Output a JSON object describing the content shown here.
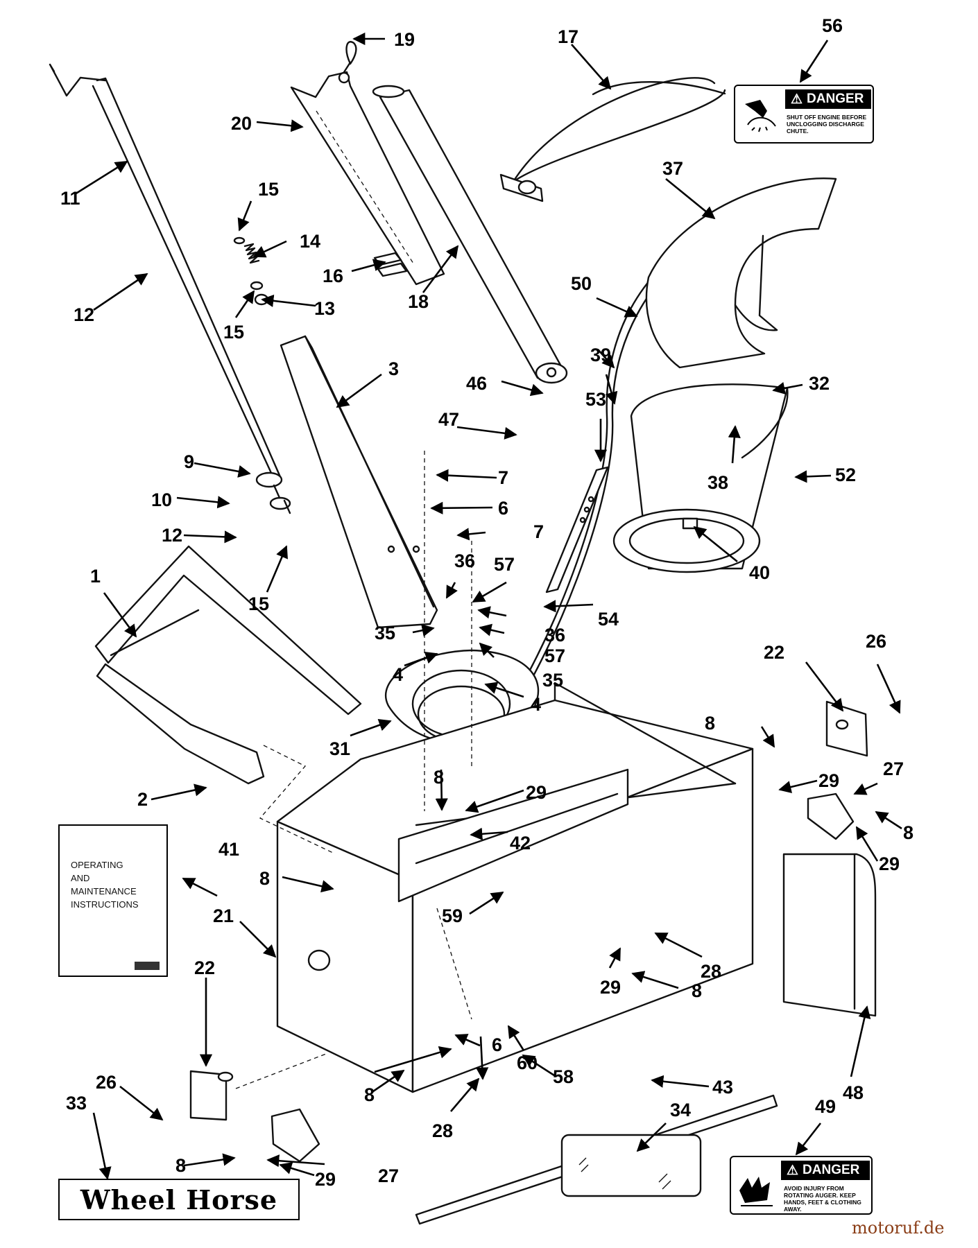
{
  "callouts": {
    "c1": "1",
    "c2": "2",
    "c3": "3",
    "c4a": "4",
    "c4b": "4",
    "c6a": "6",
    "c6b": "6",
    "c7a": "7",
    "c7b": "7",
    "c8a": "8",
    "c8b": "8",
    "c8c": "8",
    "c8d": "8",
    "c8e": "8",
    "c8f": "8",
    "c8g": "8",
    "c9": "9",
    "c10": "10",
    "c11": "11",
    "c12a": "12",
    "c12b": "12",
    "c13": "13",
    "c14": "14",
    "c15a": "15",
    "c15b": "15",
    "c15c": "15",
    "c16": "16",
    "c17": "17",
    "c18": "18",
    "c19": "19",
    "c20": "20",
    "c21": "21",
    "c22a": "22",
    "c22b": "22",
    "c26a": "26",
    "c26b": "26",
    "c27a": "27",
    "c27b": "27",
    "c28a": "28",
    "c28b": "28",
    "c29a": "29",
    "c29b": "29",
    "c29c": "29",
    "c29d": "29",
    "c29e": "29",
    "c31": "31",
    "c32": "32",
    "c33": "33",
    "c34": "34",
    "c35a": "35",
    "c35b": "35",
    "c36a": "36",
    "c36b": "36",
    "c37": "37",
    "c38": "38",
    "c39": "39",
    "c40": "40",
    "c41": "41",
    "c42": "42",
    "c43": "43",
    "c46": "46",
    "c47": "47",
    "c48": "48",
    "c49": "49",
    "c50": "50",
    "c52": "52",
    "c53": "53",
    "c54": "54",
    "c56": "56",
    "c57a": "57",
    "c57b": "57",
    "c58": "58",
    "c59": "59",
    "c60": "60"
  },
  "decal_56": {
    "heading": "DANGER",
    "text": "SHUT OFF ENGINE BEFORE UNCLOGGING DISCHARGE CHUTE."
  },
  "decal_49": {
    "heading": "DANGER",
    "text": "AVOID INJURY FROM ROTATING AUGER. KEEP HANDS, FEET & CLOTHING AWAY."
  },
  "manual": {
    "title": "OPERATING\nAND\nMAINTENANCE\nINSTRUCTIONS"
  },
  "brand_decal": {
    "text": "Wheel Horse"
  },
  "watermark": {
    "text": "motoruf.de"
  }
}
